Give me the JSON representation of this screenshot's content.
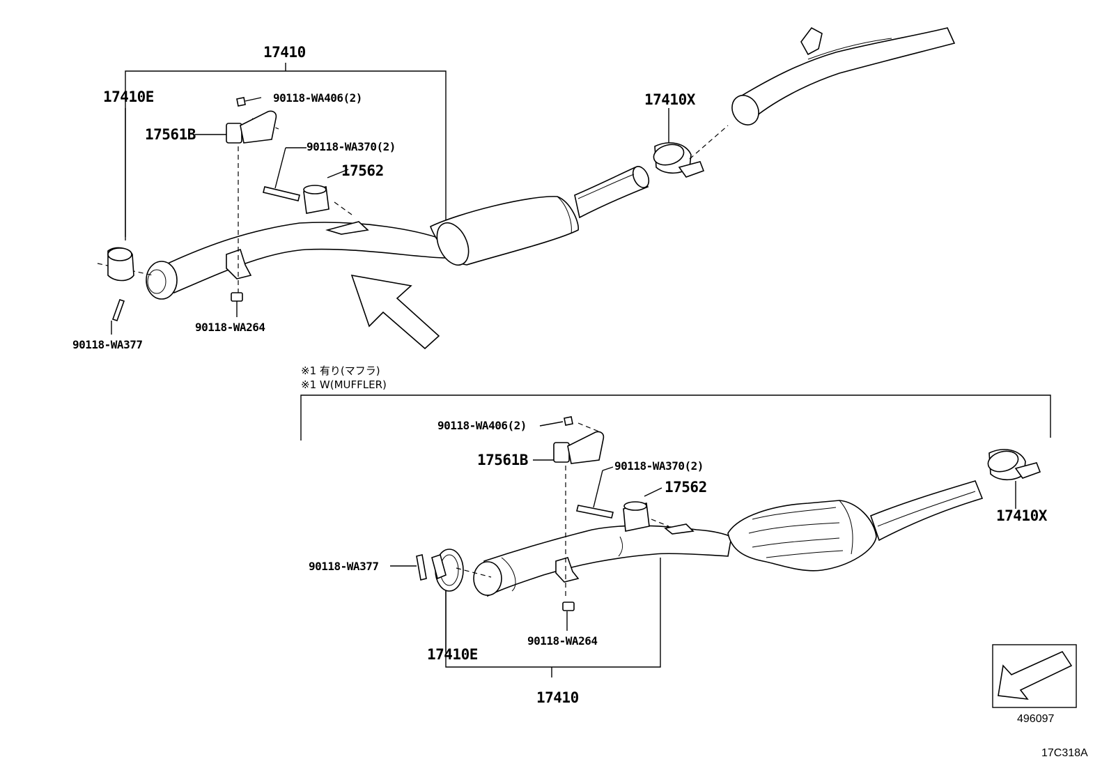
{
  "diagram": {
    "top_assembly": {
      "assembly": "17410",
      "gasket": "17410E",
      "clamp": "17410X",
      "bracket": "17561B",
      "mount": "17562",
      "bolt_bracket": "90118-WA406(2)",
      "bolt_mount": "90118-WA370(2)",
      "nut": "90118-WA264",
      "bolt_flange": "90118-WA377"
    },
    "notes": {
      "line1": "※1 有り(マフラ)",
      "line2": "※1 W(MUFFLER)"
    },
    "bottom_assembly": {
      "assembly": "17410",
      "gasket": "17410E",
      "clamp": "17410X",
      "bracket": "17561B",
      "mount": "17562",
      "bolt_bracket": "90118-WA406(2)",
      "bolt_mount": "90118-WA370(2)",
      "nut": "90118-WA264",
      "bolt_flange": "90118-WA377"
    },
    "direction_box_code": "496097",
    "figure_code": "17C318A"
  }
}
